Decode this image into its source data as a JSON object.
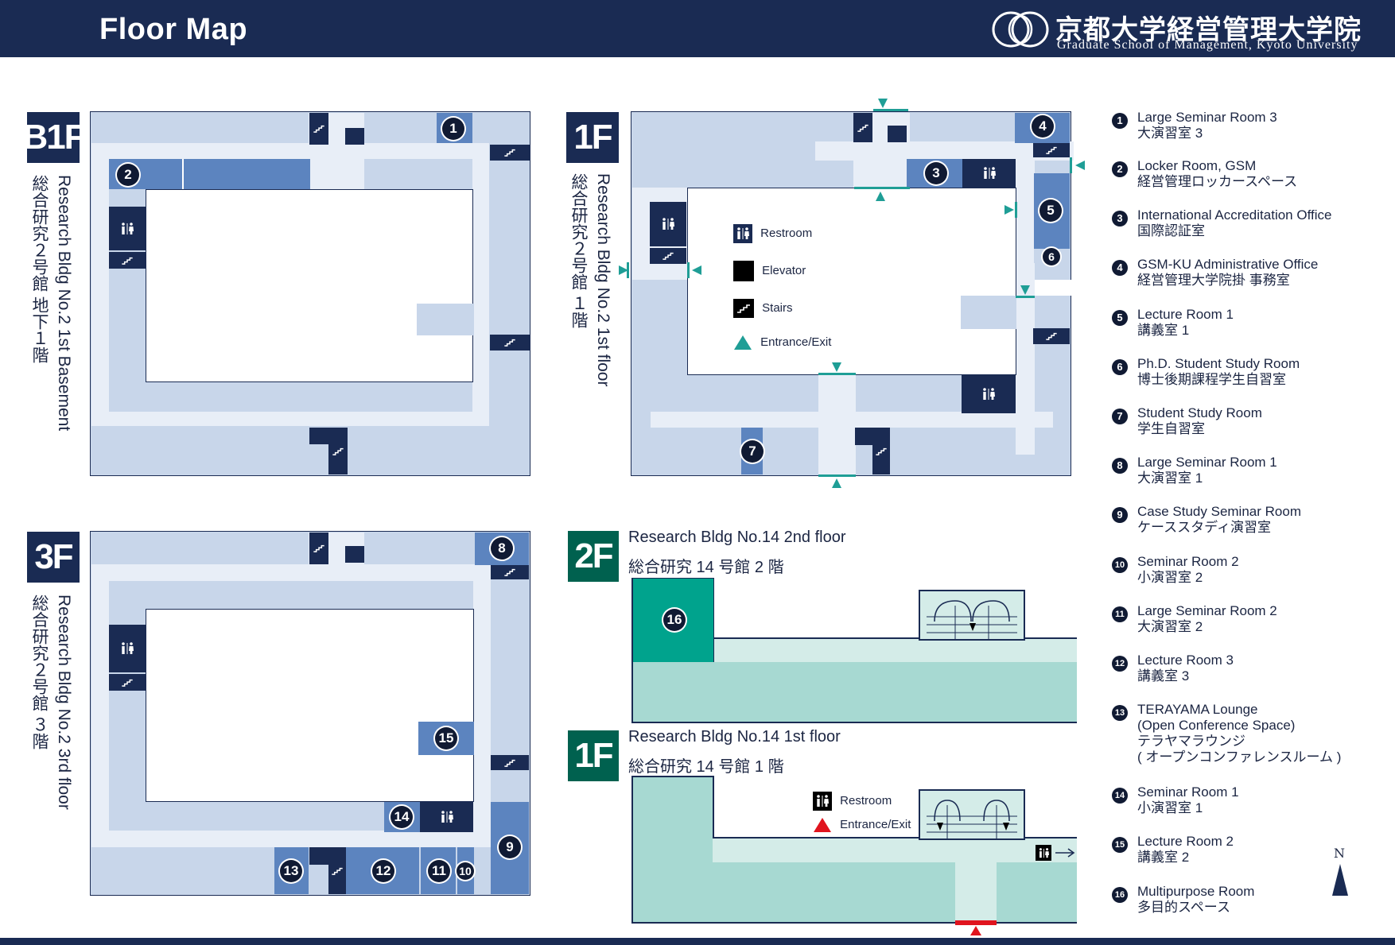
{
  "header": {
    "title": "Floor Map",
    "brand_jp": "京都大学経営管理大学院",
    "brand_en": "Graduate School of Management, Kyoto University"
  },
  "floors": {
    "b1": {
      "badge": "B1F",
      "en": "Research Bldg No.2  1st Basement",
      "jp": "総合研究２号館 地下１階"
    },
    "f1": {
      "badge": "1F",
      "en": "Research Bldg No.2  1st floor",
      "jp": "総合研究２号館 １階"
    },
    "f3": {
      "badge": "3F",
      "en": "Research Bldg No.2  3rd floor",
      "jp": "総合研究２号館 ３階"
    },
    "b14_2f": {
      "badge": "2F",
      "en": "Research Bldg No.14  2nd floor",
      "jp": "総合研究 14 号館 2 階"
    },
    "b14_1f": {
      "badge": "1F",
      "en": "Research Bldg No.14  1st floor",
      "jp": "総合研究 14 号館 1 階"
    }
  },
  "key": {
    "restroom": "Restroom",
    "elevator": "Elevator",
    "stairs": "Stairs",
    "entrance": "Entrance/Exit"
  },
  "key14": {
    "restroom": "Restroom",
    "entrance": "Entrance/Exit"
  },
  "numbers": [
    "1",
    "2",
    "3",
    "4",
    "5",
    "6",
    "7",
    "8",
    "9",
    "10",
    "11",
    "12",
    "13",
    "14",
    "15",
    "16"
  ],
  "compass": "N",
  "legend": [
    {
      "n": "1",
      "en": "Large Seminar Room 3",
      "jp": "大演習室 3"
    },
    {
      "n": "2",
      "en": "Locker Room, GSM",
      "jp": "経営管理ロッカースペース"
    },
    {
      "n": "3",
      "en": "International Accreditation Office",
      "jp": "国際認証室"
    },
    {
      "n": "4",
      "en": "GSM-KU Administrative Office",
      "jp": "経営管理大学院掛 事務室"
    },
    {
      "n": "5",
      "en": "Lecture Room 1",
      "jp": "講義室 1"
    },
    {
      "n": "6",
      "en": "Ph.D. Student Study Room",
      "jp": "博士後期課程学生自習室"
    },
    {
      "n": "7",
      "en": "Student Study Room",
      "jp": "学生自習室"
    },
    {
      "n": "8",
      "en": "Large Seminar Room 1",
      "jp": "大演習室 1"
    },
    {
      "n": "9",
      "en": "Case Study Seminar Room",
      "jp": "ケーススタディ演習室"
    },
    {
      "n": "10",
      "en": "Seminar Room 2",
      "jp": "小演習室 2"
    },
    {
      "n": "11",
      "en": "Large Seminar Room 2",
      "jp": "大演習室 2"
    },
    {
      "n": "12",
      "en": "Lecture Room 3",
      "jp": "講義室 3"
    },
    {
      "n": "13",
      "en": "TERAYAMA Lounge",
      "en2": "(Open Conference Space)",
      "jp": "テラヤマラウンジ",
      "jp2": "( オープンコンファレンスルーム )"
    },
    {
      "n": "14",
      "en": "Seminar Room 1",
      "jp": "小演習室 1"
    },
    {
      "n": "15",
      "en": "Lecture Room 2",
      "jp": "講義室 2"
    },
    {
      "n": "16",
      "en": "Multipurpose Room",
      "jp": "多目的スペース"
    }
  ],
  "colors": {
    "navy": "#1a2b53",
    "light_blue": "#c8d6ea",
    "medium_blue": "#5c84bf",
    "teal": "#00a38d",
    "teal_arrow": "#1f9e96",
    "red_arrow": "#e0141e"
  }
}
